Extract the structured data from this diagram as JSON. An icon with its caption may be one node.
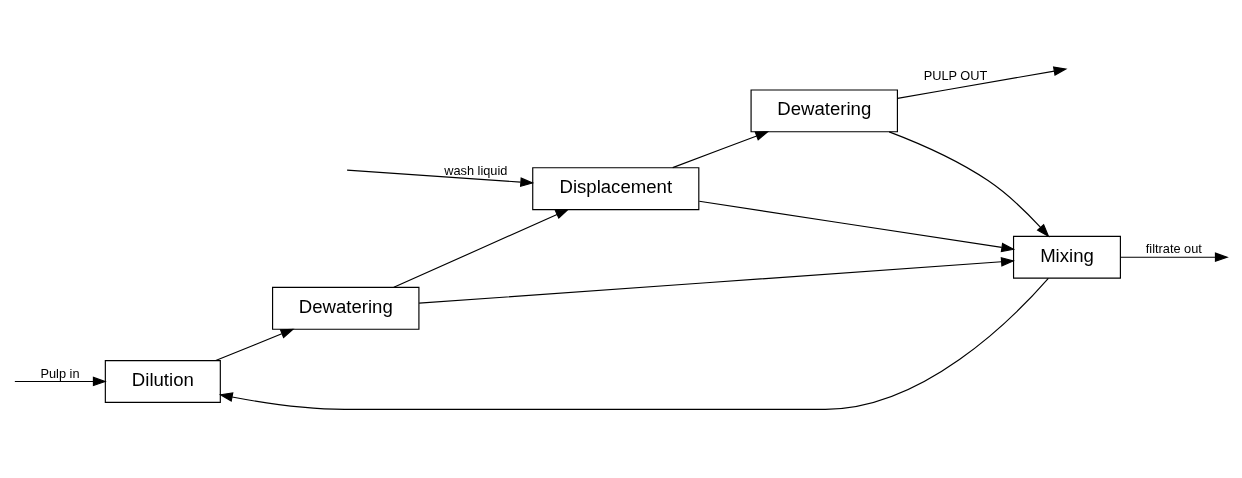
{
  "diagram": {
    "nodes": [
      {
        "text": [
          "Dilution"
        ]
      },
      {
        "text": [
          "Dewatering"
        ]
      },
      {
        "text": [
          "Displacement"
        ]
      },
      {
        "text": [
          "Dewatering"
        ]
      },
      {
        "text": [
          "Mixing"
        ]
      }
    ],
    "edges": [
      {
        "from": null,
        "to": 0,
        "arrow": "to",
        "label": "Pulp in"
      },
      {
        "from": 0,
        "to": 1,
        "arrow": "to"
      },
      {
        "from": 1,
        "to": 2,
        "arrow": "to"
      },
      {
        "from": 2,
        "to": 3,
        "arrow": "to"
      },
      {
        "from": 3,
        "to": null,
        "arrow": "to",
        "label": "PULP OUT"
      },
      {
        "from": null,
        "to": 2,
        "arrow": "to",
        "label": "wash liquid"
      },
      {
        "from": 1,
        "to": 4,
        "arrow": "to"
      },
      {
        "from": 2,
        "to": 4,
        "arrow": "to"
      },
      {
        "from": 3,
        "to": 4,
        "arrow": "to"
      },
      {
        "from": 4,
        "to": null,
        "arrow": "to",
        "label": "filtrate out"
      },
      {
        "from": 4,
        "to": 0,
        "arrow": "to"
      }
    ]
  }
}
